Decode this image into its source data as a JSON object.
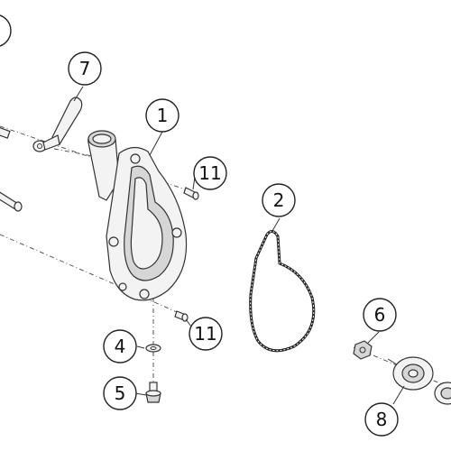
{
  "diagram": {
    "callouts": [
      {
        "id": "c7",
        "label": "7"
      },
      {
        "id": "c1",
        "label": "1"
      },
      {
        "id": "c11a",
        "label": "11"
      },
      {
        "id": "c2",
        "label": "2"
      },
      {
        "id": "c6",
        "label": "6"
      },
      {
        "id": "c4",
        "label": "4"
      },
      {
        "id": "c11b",
        "label": "11"
      },
      {
        "id": "c5",
        "label": "5"
      },
      {
        "id": "c8",
        "label": "8"
      }
    ],
    "colors": {
      "line": "#333333",
      "fill": "#f3f3f3",
      "shade": "#d6d6d6"
    }
  }
}
